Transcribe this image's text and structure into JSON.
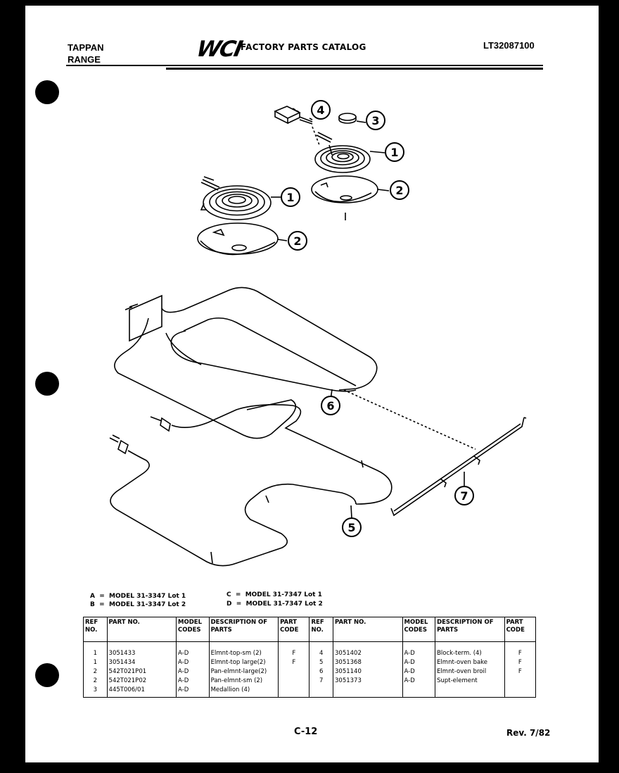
{
  "header": {
    "brand": "TAPPAN",
    "product": "RANGE",
    "logo": "WCI",
    "catalog_title": "FACTORY PARTS CATALOG",
    "catalog_number": "LT32087100"
  },
  "callouts": [
    "1",
    "1",
    "2",
    "2",
    "3",
    "4",
    "5",
    "6",
    "7"
  ],
  "models": [
    {
      "code": "A",
      "text": "MODEL 31-3347 Lot 1"
    },
    {
      "code": "B",
      "text": "MODEL 31-3347 Lot 2"
    },
    {
      "code": "C",
      "text": "MODEL 31-7347 Lot 1"
    },
    {
      "code": "D",
      "text": "MODEL 31-7347 Lot 2"
    }
  ],
  "table": {
    "headers": [
      "REF NO.",
      "PART NO.",
      "MODEL CODES",
      "DESCRIPTION OF PARTS",
      "PART CODE",
      "REF NO.",
      "PART NO.",
      "MODEL CODES",
      "DESCRIPTION OF PARTS",
      "PART CODE"
    ],
    "rows": [
      {
        "ref": "1",
        "part": "3051433",
        "models": "A-D",
        "desc": "Elmnt-top-sm (2)",
        "code": "F",
        "ref2": "4",
        "part2": "3051402",
        "models2": "A-D",
        "desc2": "Block-term. (4)",
        "code2": "F"
      },
      {
        "ref": "1",
        "part": "3051434",
        "models": "A-D",
        "desc": "Elmnt-top large(2)",
        "code": "F",
        "ref2": "5",
        "part2": "3051368",
        "models2": "A-D",
        "desc2": "Elmnt-oven bake",
        "code2": "F"
      },
      {
        "ref": "2",
        "part": "542T021P01",
        "models": "A-D",
        "desc": "Pan-elmnt-large(2)",
        "code": "",
        "ref2": "6",
        "part2": "3051140",
        "models2": "A-D",
        "desc2": "Elmnt-oven broil",
        "code2": "F"
      },
      {
        "ref": "2",
        "part": "542T021P02",
        "models": "A-D",
        "desc": "Pan-elmnt-sm (2)",
        "code": "",
        "ref2": "7",
        "part2": "3051373",
        "models2": "A-D",
        "desc2": "Supt-element",
        "code2": ""
      },
      {
        "ref": "3",
        "part": "445T006/01",
        "models": "A-D",
        "desc": "Medallion (4)",
        "code": "",
        "ref2": "",
        "part2": "",
        "models2": "",
        "desc2": "",
        "code2": ""
      }
    ]
  },
  "footer": {
    "page": "C-12",
    "revision": "Rev. 7/82"
  }
}
